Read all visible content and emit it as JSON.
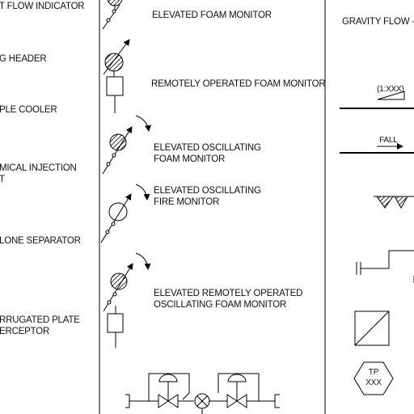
{
  "left_column": {
    "labels": [
      "T FLOW INDICATOR",
      "G HEADER",
      "PLE COOLER",
      "MICAL INJECTION\nT",
      "LONE SEPARATOR",
      "RRUGATED PLATE\nERCEPTOR"
    ]
  },
  "middle_column": {
    "labels": [
      "ELEVATED FOAM MONITOR",
      "REMOTELY OPERATED FOAM MONITOR",
      "ELEVATED OSCILLATING\nFOAM MONITOR",
      "ELEVATED OSCILLATING\nFIRE MONITOR",
      "ELEVATED REMOTELY OPERATED\nOSCILLATING FOAM MONITOR"
    ]
  },
  "right_column": {
    "gravity_flow_label": "GRAVITY FLOW -",
    "slope_label": "(1:XXX)",
    "fall_label": "FALL",
    "tie_point": {
      "line1": "TP",
      "line2": "XXX"
    }
  }
}
